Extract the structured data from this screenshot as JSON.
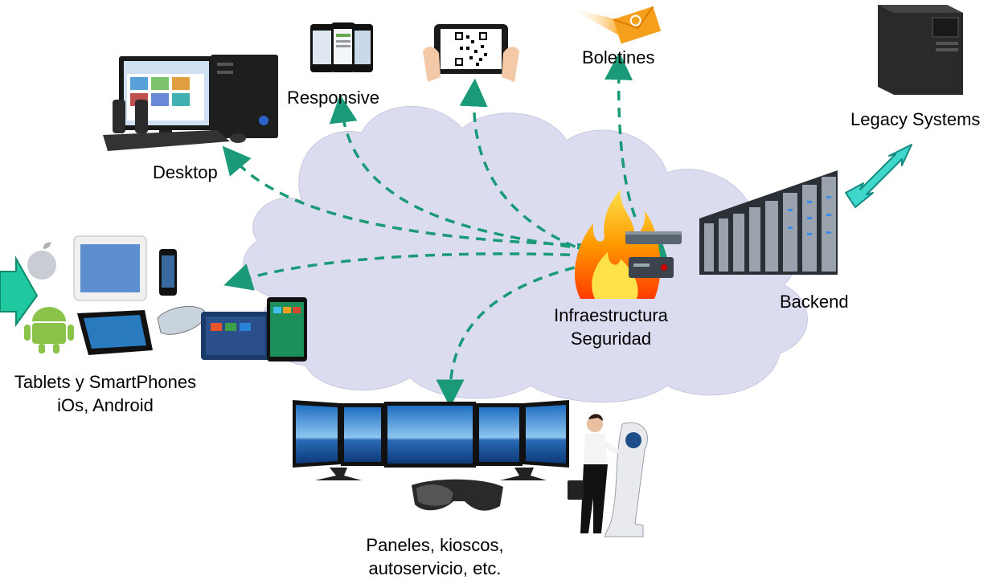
{
  "labels": {
    "desktop": "Desktop",
    "responsive": "Responsive",
    "boletines": "Boletines",
    "legacy": "Legacy Systems",
    "backend": "Backend",
    "infra_line1": "Infraestructura",
    "infra_line2": "Seguridad",
    "tablets_line1": "Tablets y SmartPhones",
    "tablets_line2": "iOs, Android",
    "paneles_line1": "Paneles, kioscos,",
    "paneles_line2": "autoservicio, etc."
  },
  "colors": {
    "cloud": "#dcdcf0",
    "arrow": "#1a9a78",
    "legacy_arrow": "#3fd6cc",
    "side_arrow": "#20c8a0",
    "flame": "#ff8a00"
  },
  "icons": {
    "desktop": "desktop-computer-icon",
    "responsive": "smartphones-icon",
    "qr": "qr-tablet-icon",
    "newsletter": "email-envelope-icon",
    "legacy": "tower-server-icon",
    "backend": "server-racks-icon",
    "firewall": "firewall-icon",
    "mobile": "mobile-devices-icon",
    "panels": "monitor-panels-icon",
    "kiosk": "kiosk-icon"
  }
}
